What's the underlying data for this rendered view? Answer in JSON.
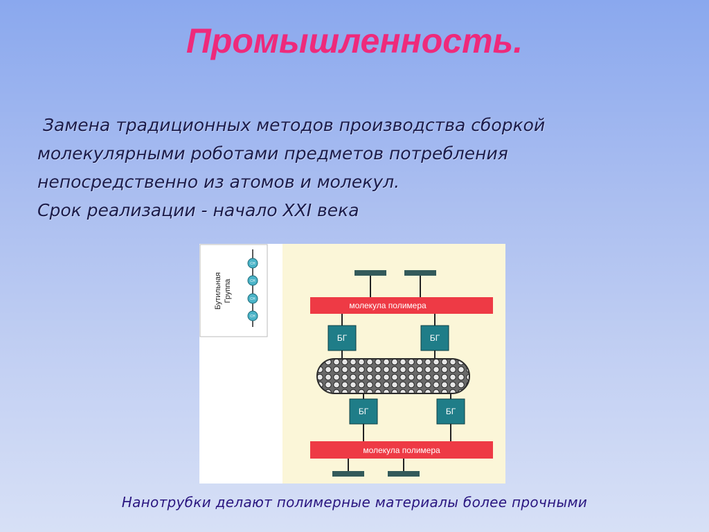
{
  "slide": {
    "title": "Промышленность.",
    "body_lines": [
      "Замена традиционных методов производства сборкой",
      "молекулярными роботами предметов потребления",
      "непосредственно из атомов и молекул.",
      "Срок реализации - начало XXI века"
    ],
    "caption": "Нанотрубки делают полимерные материалы более прочными"
  },
  "diagram": {
    "legend_label_line1": "Бутильная",
    "legend_label_line2": "Группа",
    "legend_atom_label": "CH",
    "bar_top_label": "молекула полимера",
    "bar_bottom_label": "молекула полимера",
    "block_label": "БГ",
    "colors": {
      "bar": "#ee3a45",
      "block": "#1f7d88",
      "connector": "#335a5a",
      "panel": "#fbf6d8",
      "atom": "#4ab3c7",
      "tube": "#2c2c2c"
    }
  }
}
